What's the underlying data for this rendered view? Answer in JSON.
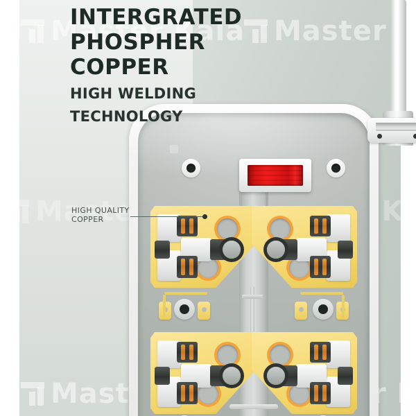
{
  "headline": {
    "line1": "INTERGRATED",
    "line2": "PHOSPHER COPPER",
    "sub1": "HIGH WELDING",
    "sub2": "TECHNOLOGY"
  },
  "callout": {
    "label": "HIGH QUALITY\nCOPPER"
  },
  "watermark": {
    "text": "Master Kala"
  },
  "colors": {
    "headline": "#1e2a26",
    "copper_busbar": "#f7dd7e",
    "switch_red": "#ef1d1d",
    "socket_ring": "#f3a33b",
    "contact_spring": "#c87722",
    "background": "#c6cdc8"
  },
  "product": {
    "type": "power-strip-internal-cutaway",
    "switch_state": "illuminated",
    "socket_count": 4
  }
}
